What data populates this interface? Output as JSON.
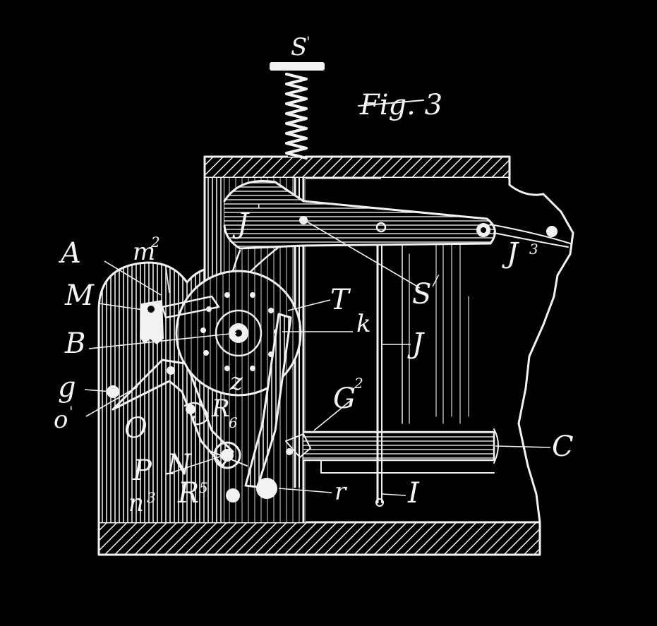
{
  "figure": {
    "title": "Fig. 3",
    "labels": {
      "S1": "S",
      "S1_sup": "'",
      "A": "A",
      "m2": "m",
      "m2_sup": "2",
      "M": "M",
      "B": "B",
      "g": "g",
      "o1": "o",
      "o1_sup": "'",
      "O": "O",
      "P": "P",
      "N": "N",
      "n3": "n",
      "n3_sup": "3",
      "R5": "R",
      "R5_sup": "5",
      "J1": "J",
      "J1_sup": "'",
      "J3": "J",
      "J3_sup": "3",
      "S_mid": "S",
      "S_mid_sup": "/",
      "T": "T",
      "k": "k",
      "J": "J",
      "G2": "G",
      "G2_sup": "2",
      "C": "C",
      "r": "r",
      "I": "I",
      "z": "z",
      "R_small": "R",
      "R_small_sub": "6"
    }
  }
}
